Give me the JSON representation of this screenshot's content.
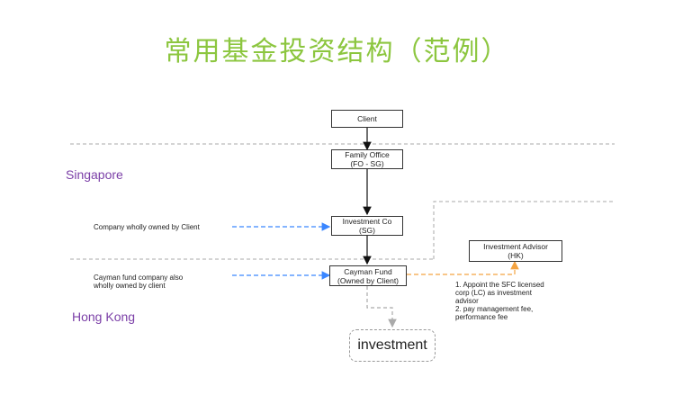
{
  "title": "常用基金投资结构（范例）",
  "regions": {
    "singapore": "Singapore",
    "hong_kong": "Hong Kong"
  },
  "boxes": {
    "client": "Client",
    "family_office": "Family Office\n(FO - SG)",
    "investment_co": "Investment Co\n(SG)",
    "cayman_fund": "Cayman Fund\n(Owned by Client)",
    "investment_advisor": "Investment Advisor\n(HK)",
    "investment": "investment"
  },
  "notes": {
    "company_owned": "Company wholly owned by Client",
    "cayman_owned": "Cayman fund company also\nwholly owned by client",
    "advisor_terms": "1. Appoint the SFC licensed\ncorp (LC) as investment\nadvisor\n2. pay management fee,\nperformance fee"
  },
  "colors": {
    "title": "#8cc63f",
    "region_label": "#7b3fa7",
    "blue_arrow": "#3a86ff",
    "orange_arrow": "#f4a340"
  }
}
